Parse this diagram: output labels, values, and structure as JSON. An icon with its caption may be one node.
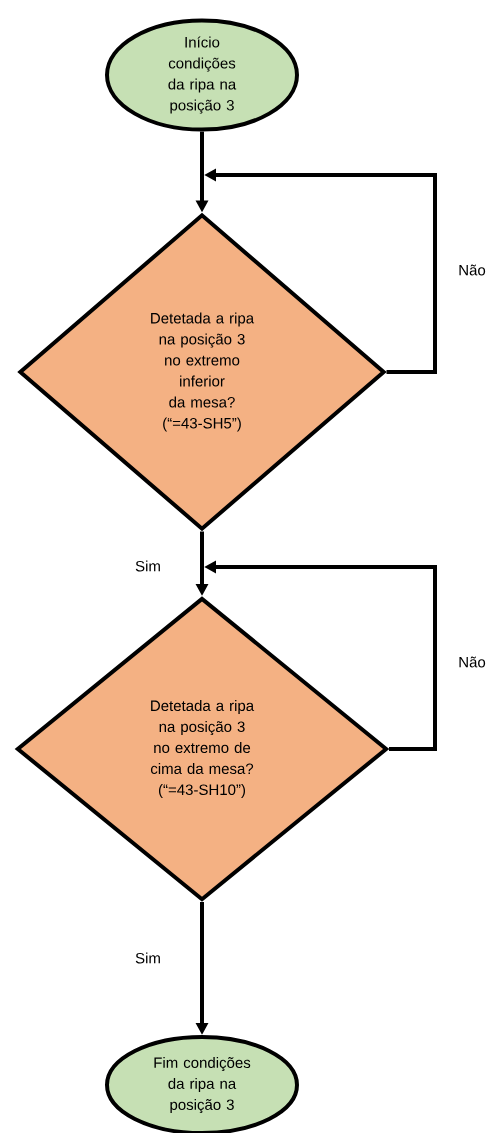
{
  "diagram": {
    "nodes": [
      {
        "text": [
          "Início condições da ripa na posição 3"
        ]
      },
      {
        "text": [
          "Detetada a ripa na posição 3 no extremo inferior da mesa? (“=43-SH5”)"
        ]
      },
      {
        "text": [
          "Detetada a ripa na posição 3 no extremo de cima da mesa? (“=43-SH10”)"
        ]
      },
      {
        "text": [
          "Fim condições da ripa na posição 3"
        ]
      }
    ],
    "edges": [
      {
        "from": 0,
        "to": 1,
        "arrow": "to"
      },
      {
        "from": 1,
        "to": 1,
        "arrow": "to",
        "label": "Não"
      },
      {
        "from": 1,
        "to": 2,
        "arrow": "to",
        "label": "Sim"
      },
      {
        "from": 2,
        "to": 2,
        "arrow": "to",
        "label": "Não"
      },
      {
        "from": 2,
        "to": 3,
        "arrow": "to",
        "label": "Sim"
      }
    ]
  }
}
